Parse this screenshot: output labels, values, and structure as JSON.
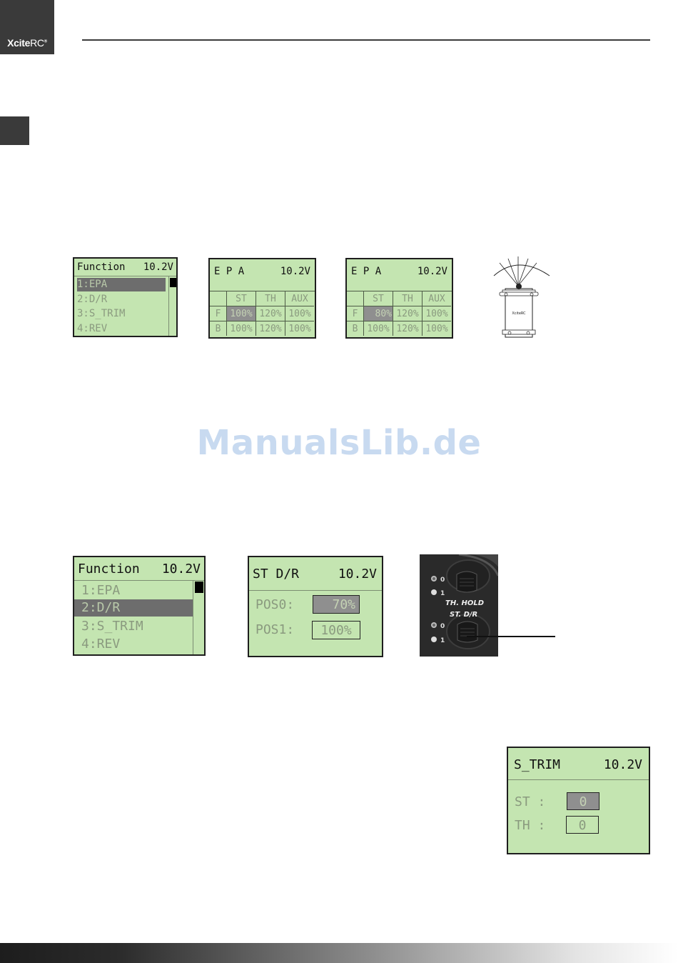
{
  "header": {
    "brand_bold": "Xcite",
    "brand_light": "RC",
    "brand_mark": "®"
  },
  "watermark": "ManualsLib.de",
  "screens": {
    "function_menu_1": {
      "title": "Function",
      "voltage": "10.2V",
      "items": [
        "1:EPA",
        "2:D/R",
        "3:S_TRIM",
        "4:REV"
      ],
      "selected": "1:EPA"
    },
    "epa_1": {
      "title": "E P A",
      "voltage": "10.2V",
      "columns": [
        "ST",
        "TH",
        "AUX"
      ],
      "rows": [
        {
          "label": "F",
          "values": [
            "100%",
            "120%",
            "100%"
          ]
        },
        {
          "label": "B",
          "values": [
            "100%",
            "120%",
            "100%"
          ]
        }
      ]
    },
    "epa_2": {
      "title": "E P A",
      "voltage": "10.2V",
      "columns": [
        "ST",
        "TH",
        "AUX"
      ],
      "rows": [
        {
          "label": "F",
          "values": [
            "80%",
            "120%",
            "100%"
          ]
        },
        {
          "label": "B",
          "values": [
            "100%",
            "120%",
            "100%"
          ]
        }
      ]
    },
    "servo_figure": {
      "brand": "XciteRC"
    },
    "function_menu_2": {
      "title": "Function",
      "voltage": "10.2V",
      "items": [
        "1:EPA",
        "2:D/R",
        "3:S_TRIM",
        "4:REV"
      ],
      "selected": "2:D/R"
    },
    "st_dr": {
      "title": "ST D/R",
      "voltage": "10.2V",
      "pos0_label": "POS0:",
      "pos0_value": "70%",
      "pos1_label": "POS1:",
      "pos1_value": "100%"
    },
    "switch_photo": {
      "hold_label": "TH. HOLD",
      "dr_label": "ST. D/R",
      "pos_0": "0",
      "pos_1": "1"
    },
    "s_trim": {
      "title": "S_TRIM",
      "voltage": "10.2V",
      "st_label": "ST :",
      "st_value": "0",
      "th_label": "TH :",
      "th_value": "0"
    }
  },
  "colors": {
    "lcd_bg": "#c4e5b1",
    "lcd_highlight": "#8f8f8f",
    "brand_box": "#3a3a3a",
    "watermark": "#c8daf0"
  }
}
